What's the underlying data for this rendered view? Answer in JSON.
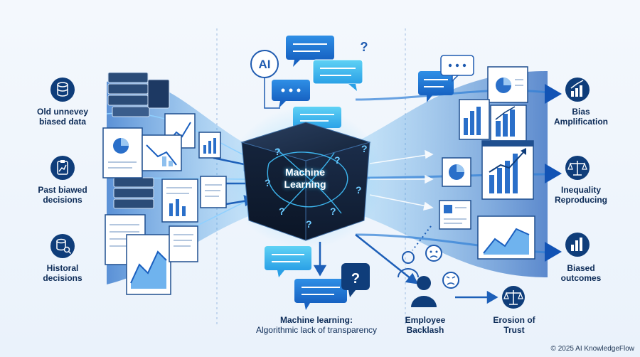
{
  "inputs": [
    {
      "label": "Old unnevey\nbiased data",
      "icon": "database-icon"
    },
    {
      "label": "Past biawed\ndecisions",
      "icon": "clipboard-chart-icon"
    },
    {
      "label": "Historal\ndecisions",
      "icon": "database-search-icon"
    }
  ],
  "center": {
    "badge": "AI",
    "cube_label": "Machine\nLearning",
    "question_mark": "?",
    "caption_title": "Machine learning:",
    "caption_subtitle": "Algorithmic lack of transparency"
  },
  "outputs": [
    {
      "label": "Bias\nAmplification",
      "icon": "growth-chart-icon"
    },
    {
      "label": "Inequality\nReproducing",
      "icon": "scales-icon"
    },
    {
      "label": "Biased\noutcomes",
      "icon": "bar-chart-icon"
    }
  ],
  "consequences": [
    {
      "label": "Employee\nBacklash",
      "icon": "angry-person-icon"
    },
    {
      "label": "Erosion of\nTrust",
      "icon": "broken-scales-icon"
    }
  ],
  "footer": {
    "copyright": "© 2025 AI KnowledgeFlow"
  },
  "colors": {
    "navy": "#0c2b57",
    "primary_blue": "#1769c9",
    "light_blue": "#5fb6f0",
    "cyan_glow": "#41c3ff",
    "cube_dark": "#0d1b30"
  }
}
